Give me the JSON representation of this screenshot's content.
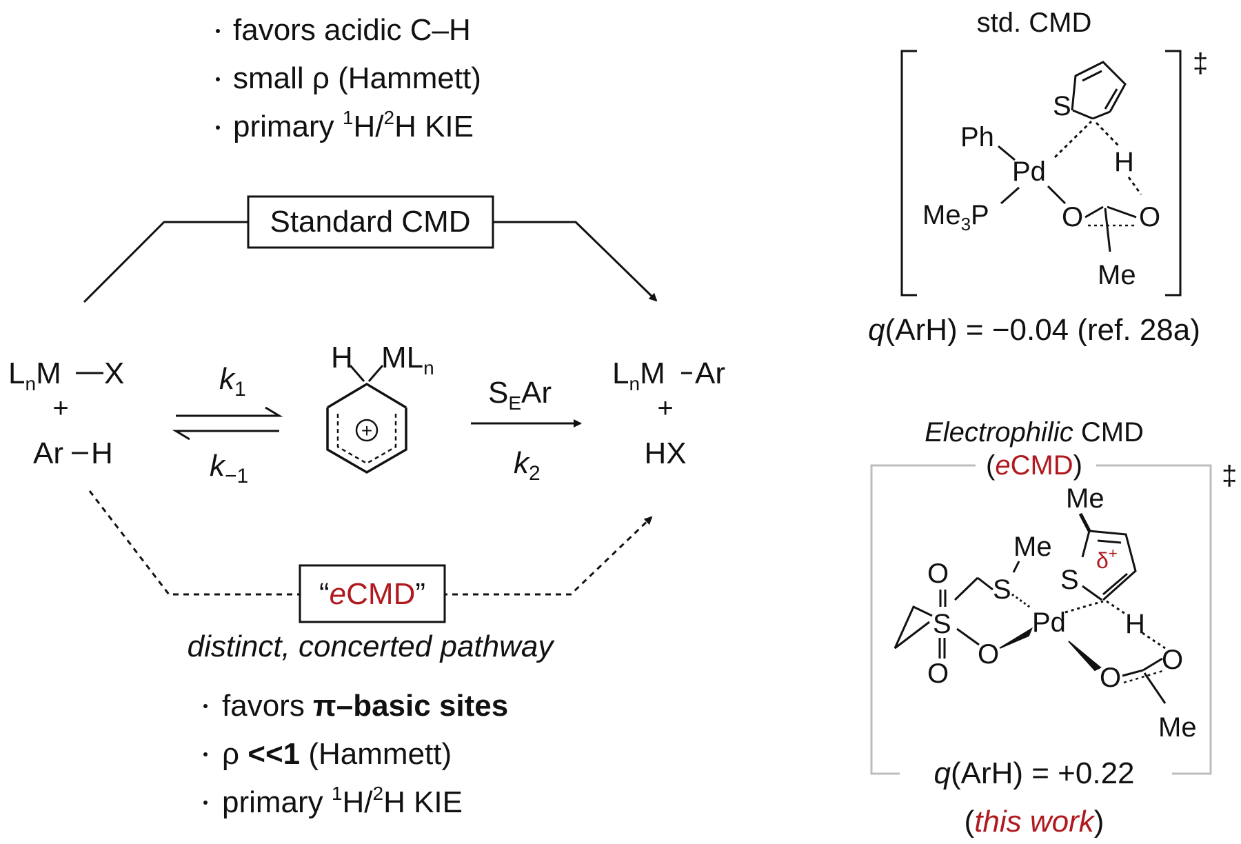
{
  "top_bullets": {
    "b1": "favors acidic C–H",
    "b2": "small ρ (Hammett)",
    "b3_pre": "primary ",
    "b3_sup1": "1",
    "b3_mid": "H/",
    "b3_sup2": "2",
    "b3_post": "H KIE"
  },
  "standard_cmd_label": "Standard CMD",
  "reactants": {
    "lnm_l": "L",
    "lnm_n": "n",
    "lnm_m": "M",
    "lnm_x": "X",
    "plus": "+",
    "ar": "Ar",
    "h": "H"
  },
  "equilibrium": {
    "k": "k",
    "k1_sub": "1",
    "km1_sub": "−1"
  },
  "wheland": {
    "h": "H",
    "ml": "ML",
    "n": "n",
    "charge": "+"
  },
  "sear": {
    "s": "S",
    "e": "E",
    "ar": "Ar",
    "k": "k",
    "k2_sub": "2"
  },
  "products": {
    "lnm_l": "L",
    "lnm_n": "n",
    "lnm_m": "M",
    "ar": "Ar",
    "plus": "+",
    "hx": "HX"
  },
  "ecmd_box": {
    "open_quote": "“",
    "e": "e",
    "cmd": "CMD",
    "close_quote": "”"
  },
  "pathway_caption": "distinct, concerted pathway",
  "bottom_bullets": {
    "b1_pre": "favors ",
    "b1_bold": "π–basic sites",
    "b2_pre": "ρ ",
    "b2_bold": "<<1",
    "b2_post": " (Hammett)",
    "b3_pre": "primary ",
    "b3_sup1": "1",
    "b3_mid": "H/",
    "b3_sup2": "2",
    "b3_post": "H KIE"
  },
  "std_ts": {
    "title": "std. CMD",
    "dagger": "‡",
    "s": "S",
    "ph": "Ph",
    "pd": "Pd",
    "h": "H",
    "me3p_me": "Me",
    "me3p_3": "3",
    "me3p_p": "P",
    "o1": "O",
    "o2": "O",
    "me": "Me",
    "q_label": "q",
    "q_rest": "(ArH) = −0.04 (ref. 28a)"
  },
  "e_ts": {
    "title_it": "Electrophilic",
    "title_rest": " CMD",
    "sub_open": "(",
    "sub_e": "e",
    "sub_cmd": "CMD",
    "sub_close": ")",
    "dagger": "‡",
    "me_top": "Me",
    "s_ring": "S",
    "delta": "δ",
    "delta_sup": "+",
    "me_s": "Me",
    "s_thio": "S",
    "o_so1": "O",
    "s_sulf": "S",
    "o_so2": "O",
    "o_pd": "O",
    "pd": "Pd",
    "h": "H",
    "o_ac1": "O",
    "o_ac2": "O",
    "me_ac": "Me",
    "q_label": "q",
    "q_rest": "(ArH) = +0.22",
    "work_open": "(",
    "work_it": "this work",
    "work_close": ")"
  },
  "colors": {
    "accent_red": "#b0191e",
    "ink": "#111111",
    "bracket_gray": "#bdbdbd"
  }
}
